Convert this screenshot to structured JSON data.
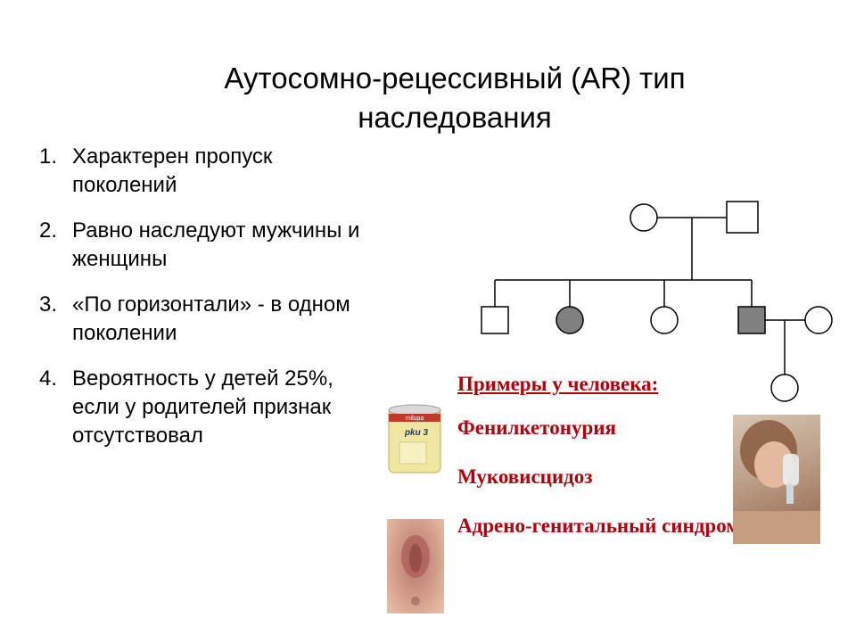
{
  "slide": {
    "title": "Аутосомно-рецессивный (AR) тип наследования",
    "list": [
      {
        "num": "1.",
        "text": "Характерен пропуск поколений"
      },
      {
        "num": "2.",
        "text": "Равно наследуют мужчины и женщины"
      },
      {
        "num": "3.",
        "text": "«По горизонтали» - в одном поколении"
      },
      {
        "num": "4.",
        "text": "Вероятность у детей 25%, если у родителей признак отсутствовал"
      }
    ],
    "examples": {
      "heading": "Примеры у человека:",
      "items": [
        "Фенилкетонурия",
        "Муковисцидоз",
        "Адрено-генитальный синдром"
      ]
    }
  },
  "pedigree": {
    "line_color": "#000000",
    "affected_color": "#808080",
    "parents": [
      {
        "sex": "female",
        "affected": false
      },
      {
        "sex": "male",
        "affected": false
      }
    ],
    "children": [
      {
        "sex": "male",
        "affected": false
      },
      {
        "sex": "female",
        "affected": true
      },
      {
        "sex": "female",
        "affected": false
      },
      {
        "sex": "male",
        "affected": true
      }
    ],
    "spouse": {
      "sex": "female",
      "affected": false
    },
    "grandchild": {
      "sex": "female",
      "affected": false
    }
  },
  "images": {
    "can_label": "pku 3",
    "can_brand": "milupa"
  },
  "colors": {
    "examples_text": "#b3000c",
    "can_yellow": "#efe7a0",
    "can_red": "#c0392b"
  }
}
